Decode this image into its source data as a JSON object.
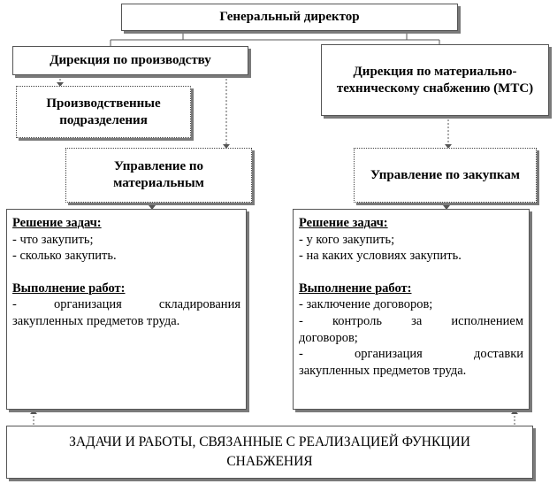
{
  "boxes": {
    "general_director": "Генеральный директор",
    "production_directorate": "Дирекция по производству",
    "production_units": "Производственные подразделения",
    "mts_directorate": "Дирекция по материально-техническому снабжению (МТС)",
    "material_management": "Управление по материальным",
    "procurement_management": "Управление по закупкам"
  },
  "left_panel": {
    "tasks_heading": "Решение задач:",
    "tasks": [
      "- что закупить;",
      "- сколько закупить."
    ],
    "works_heading": "Выполнение работ:",
    "works": [
      "- организация складирования",
      "закупленных предметов труда."
    ]
  },
  "right_panel": {
    "tasks_heading": "Решение задач:",
    "tasks": [
      "- у кого закупить;",
      "- на каких условиях закупить."
    ],
    "works_heading": "Выполнение работ:",
    "works": [
      "- заключение договоров;",
      "- контроль за исполнением",
      "договоров;",
      "- организация доставки",
      "закупленных предметов труда."
    ]
  },
  "bottom": {
    "line1": "ЗАДАЧИ И РАБОТЫ, СВЯЗАННЫЕ С РЕАЛИЗАЦИЕЙ ФУНКЦИИ",
    "line2": "СНАБЖЕНИЯ"
  }
}
